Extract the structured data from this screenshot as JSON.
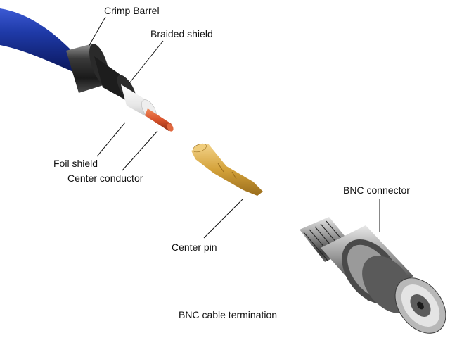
{
  "diagram": {
    "caption": "BNC cable termination",
    "labels": {
      "crimp_barrel": "Crimp Barrel",
      "braided_shield": "Braided shield",
      "foil_shield": "Foil shield",
      "center_conductor": "Center conductor",
      "center_pin": "Center pin",
      "bnc_connector": "BNC connector"
    },
    "colors": {
      "cable_jacket": "#1f3aa8",
      "crimp_barrel": "#3a3a3a",
      "foil_shield": "#f2f2f2",
      "center_conductor": "#d9532c",
      "center_pin": "#d4a23a",
      "connector_metal": "#8a8a8a"
    }
  }
}
